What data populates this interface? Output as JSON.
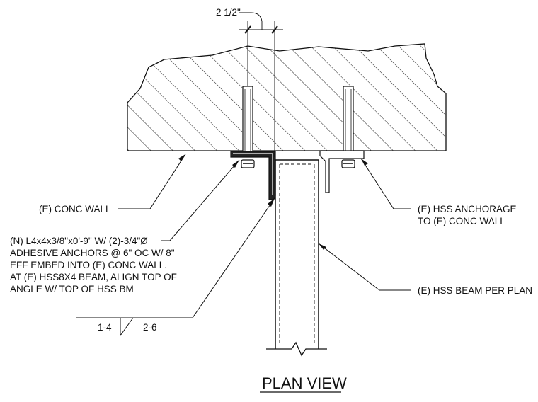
{
  "dimension": {
    "label": "2 1/2\""
  },
  "labels": {
    "conc_wall": "(E) CONC WALL",
    "hss_anchorage": [
      "(E) HSS ANCHORAGE",
      "TO (E) CONC WALL"
    ],
    "new_angle": [
      "(N) L4x4x3/8\"x0'-9\" W/ (2)-3/4\"Ø",
      "ADHESIVE ANCHORS @ 6\" OC W/ 8\"",
      "EFF EMBED INTO (E) CONC WALL.",
      "AT (E) HSS8X4 BEAM, ALIGN TOP OF",
      "ANGLE W/ TOP OF HSS BM"
    ],
    "hss_beam": "(E) HSS BEAM PER PLAN"
  },
  "section_ref": {
    "detail": "1-4",
    "sheet": "2-6"
  },
  "title": "PLAN VIEW"
}
